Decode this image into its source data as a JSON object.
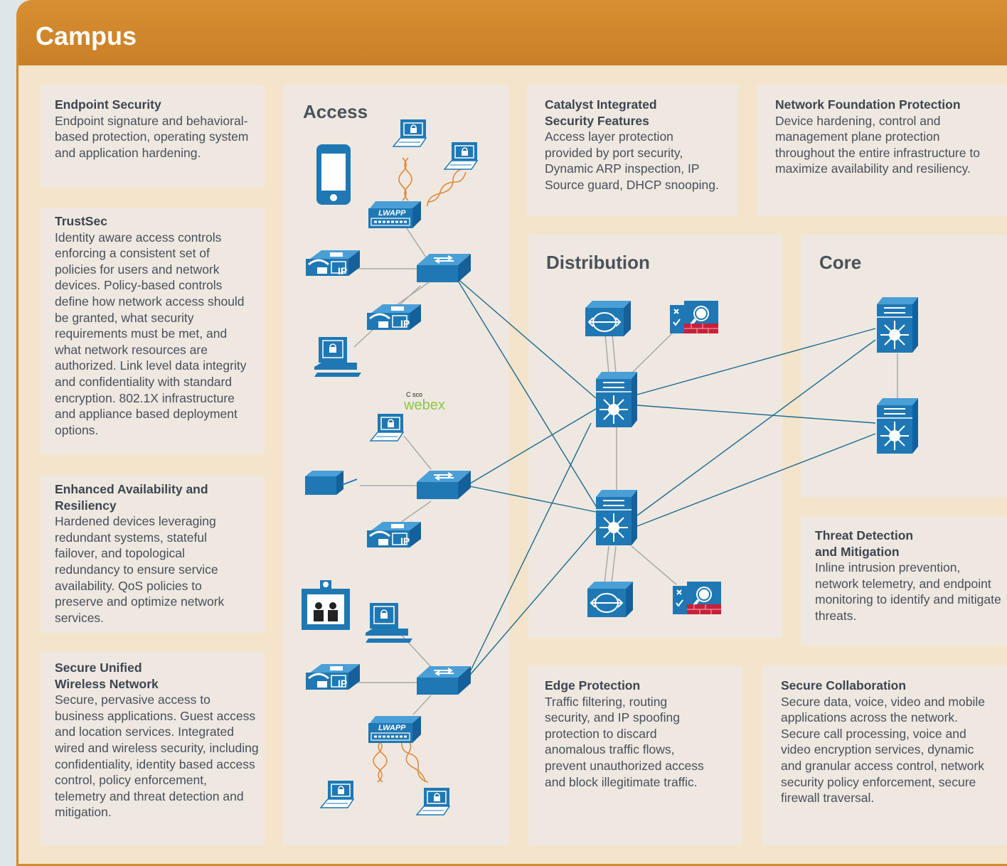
{
  "header": {
    "title": "Campus"
  },
  "sections": {
    "access": "Access",
    "distribution": "Distribution",
    "core": "Core"
  },
  "webex": {
    "cisco": "C sco",
    "webex": "webex"
  },
  "lwapp": "LWAPP",
  "phone_ip": "IP",
  "cards": {
    "endpoint": {
      "title": "Endpoint Security",
      "body": "Endpoint signature and behavioral-based protection, operating system and application hardening."
    },
    "trustsec": {
      "title": "TrustSec",
      "body": "Identity aware access controls enforcing a consistent set of policies for users and network devices. Policy-based controls define how network access should be granted, what security requirements must be met, and what network resources are authorized. Link level data integrity and confidentiality with standard encryption. 802.1X infrastructure and appliance based deployment options."
    },
    "availability": {
      "title": "Enhanced Availability and Resiliency",
      "body": "Hardened devices leveraging redundant systems, stateful failover, and topological redundancy to ensure service availability. QoS policies to preserve and optimize network services."
    },
    "wireless": {
      "title": "Secure Unified Wireless Network",
      "body": "Secure, pervasive access to business applications. Guest access and location services. Integrated wired and wireless security, including confidentiality, identity based access control, policy enforcement, telemetry and threat detection and mitigation."
    },
    "catalyst": {
      "title": "Catalyst Integrated Security Features",
      "body": "Access layer protection provided by port security, Dynamic ARP inspection, IP Source guard, DHCP snooping."
    },
    "nfp": {
      "title": "Network Foundation Protection",
      "body": "Device hardening, control and management plane protection throughout the entire infrastructure to maximize availability and resiliency."
    },
    "threat": {
      "title": "Threat Detection and Mitigation",
      "body": "Inline intrusion prevention, network telemetry, and endpoint monitoring to identify and mitigate threats."
    },
    "edge": {
      "title": "Edge Protection",
      "body": "Traffic filtering, routing security, and IP spoofing protection to discard anomalous traffic flows, prevent unauthorized access and block illegitimate traffic."
    },
    "collab": {
      "title": "Secure Collaboration",
      "body": "Secure data, voice, video and mobile applications across the network. Secure call processing, voice and video encryption services, dynamic and granular access control, network security policy enforcement, secure firewall traversal."
    }
  },
  "colors": {
    "header": "#d4892e",
    "device": "#1f78b4",
    "wireless_link": "#e4893a",
    "panel": "#eee8e2"
  }
}
